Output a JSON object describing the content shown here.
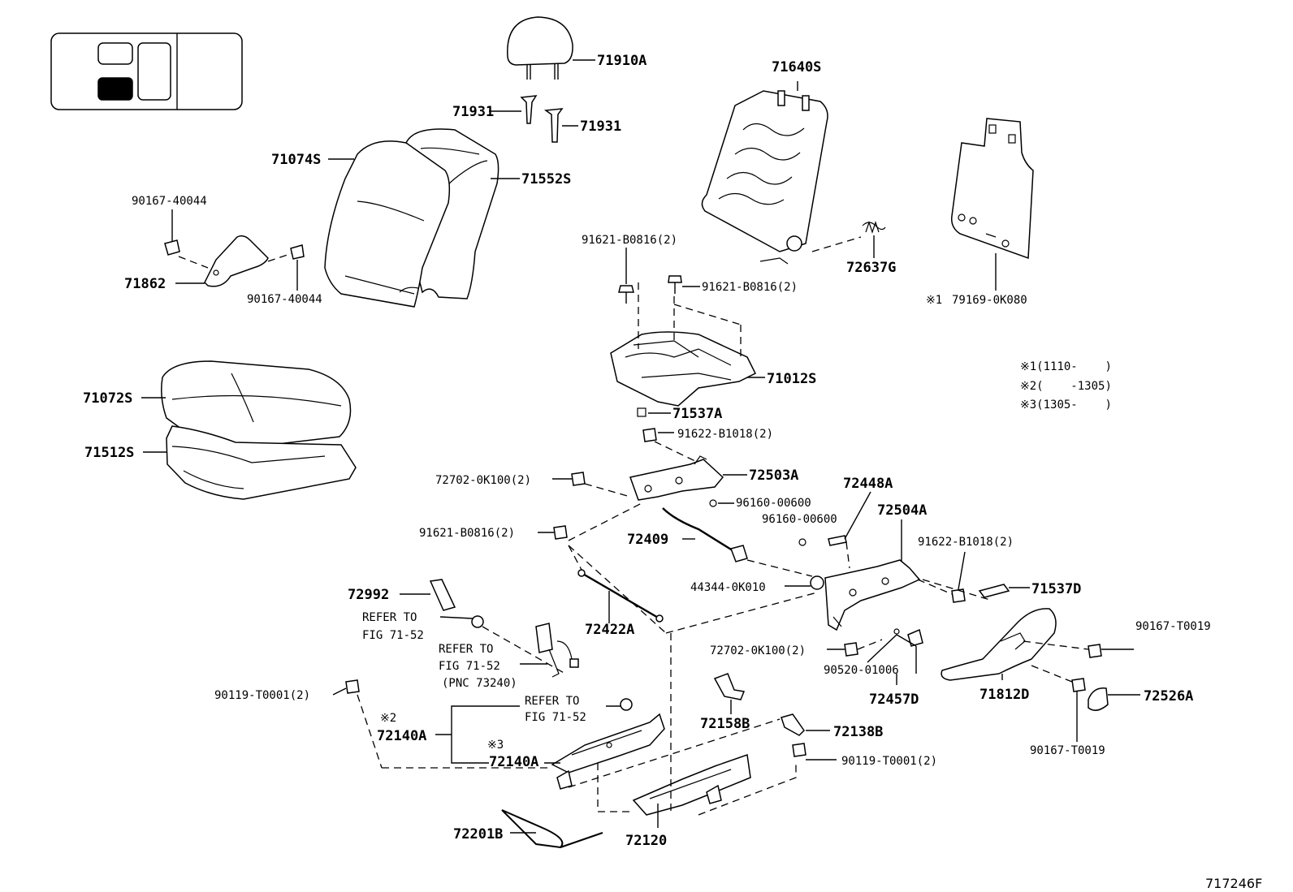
{
  "locator": {
    "highlight_color": "#000000"
  },
  "labels": {
    "p71910A": "71910A",
    "p71931a": "71931",
    "p71931b": "71931",
    "p71640S": "71640S",
    "p71074S": "71074S",
    "p71552S": "71552S",
    "p90167_40044a": "90167-40044",
    "p90167_40044b": "90167-40044",
    "p71862": "71862",
    "p91621_a": "91621-B0816(2)",
    "p91621_b": "91621-B0816(2)",
    "p72637G": "72637G",
    "p79169": "79169-0K080",
    "p79169_mark": "※1",
    "p71072S": "71072S",
    "p71512S": "71512S",
    "p71012S": "71012S",
    "p71537A": "71537A",
    "p91622_a": "91622-B1018(2)",
    "p72702_a": "72702-0K100(2)",
    "p72503A": "72503A",
    "p96160_a": "96160-00600",
    "p96160_b": "96160-00600",
    "p72448A": "72448A",
    "p72504A": "72504A",
    "p91621_c": "91621-B0816(2)",
    "p91622_b": "91622-B1018(2)",
    "p72409": "72409",
    "p71537D": "71537D",
    "p44344": "44344-0K010",
    "p72992": "72992",
    "p72422A": "72422A",
    "p90167_T0019a": "90167-T0019",
    "p90167_T0019b": "90167-T0019",
    "p72702_b": "72702-0K100(2)",
    "p90520": "90520-01006",
    "p72457D": "72457D",
    "p71812D": "71812D",
    "p72526A": "72526A",
    "p90119_a": "90119-T0001(2)",
    "p90119_b": "90119-T0001(2)",
    "p72158B": "72158B",
    "p72138B": "72138B",
    "p72140A_a": "72140A",
    "p72140A_b": "72140A",
    "mark2": "※2",
    "mark3": "※3",
    "p72201B": "72201B",
    "p72120": "72120",
    "ref1_a": "REFER TO",
    "ref1_b": "FIG 71-52",
    "ref2_a": "REFER TO",
    "ref2_b": "FIG 71-52",
    "ref2_c": "(PNC 73240)",
    "ref3_a": "REFER TO",
    "ref3_b": "FIG 71-52"
  },
  "notes": [
    "※1(1110-    )",
    "※2(    -1305)",
    "※3(1305-    )"
  ],
  "figure_id": "717246F"
}
